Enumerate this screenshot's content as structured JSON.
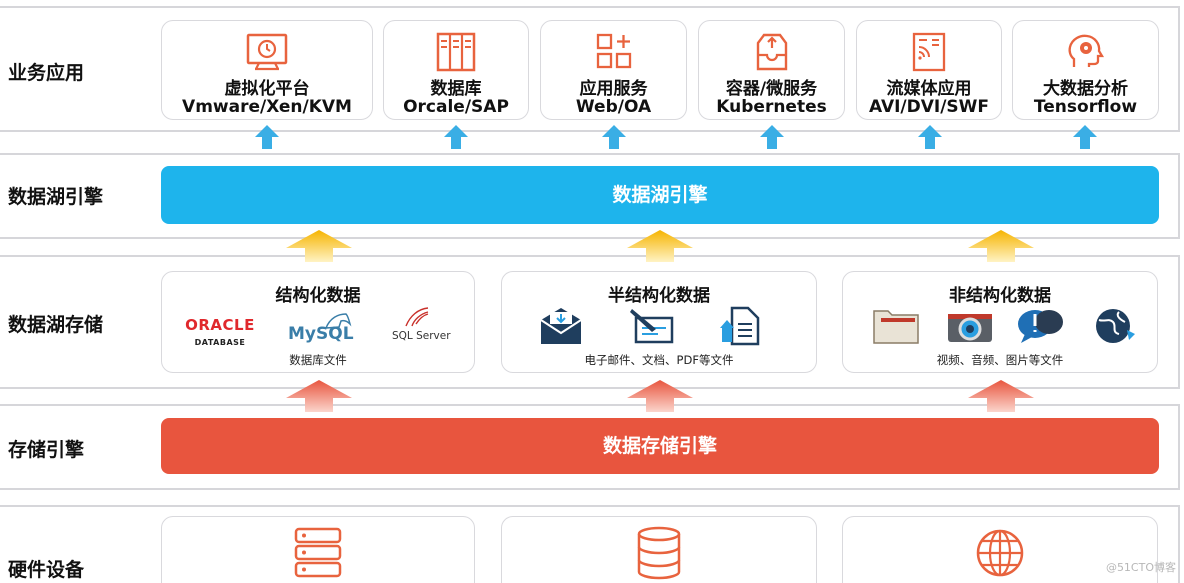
{
  "layers": {
    "apps": {
      "label": "业务应用"
    },
    "engine": {
      "label": "数据湖引擎",
      "bar_text": "数据湖引擎"
    },
    "lake_storage": {
      "label": "数据湖存储"
    },
    "storage_engine": {
      "label": "存储引擎",
      "bar_text": "数据存储引擎"
    },
    "hardware": {
      "label": "硬件设备"
    }
  },
  "apps": [
    {
      "title": "虚拟化平台",
      "subtitle": "Vmware/Xen/KVM",
      "icon": "clock-monitor-icon"
    },
    {
      "title": "数据库",
      "subtitle": "Orcale/SAP",
      "icon": "database-columns-icon"
    },
    {
      "title": "应用服务",
      "subtitle": "Web/OA",
      "icon": "app-grid-plus-icon"
    },
    {
      "title": "容器/微服务",
      "subtitle": "Kubernetes",
      "icon": "container-box-icon"
    },
    {
      "title": "流媒体应用",
      "subtitle": "AVI/DVI/SWF",
      "icon": "streaming-wifi-icon"
    },
    {
      "title": "大数据分析",
      "subtitle": "Tensorflow",
      "icon": "brain-head-icon"
    }
  ],
  "storage": [
    {
      "title": "结构化数据",
      "caption": "数据库文件",
      "logos": {
        "oracle": "ORACLE",
        "oracle_sub": "DATABASE",
        "mysql": "MySQL",
        "sqlserver": "SQL Server"
      }
    },
    {
      "title": "半结构化数据",
      "caption": "电子邮件、文档、PDF等文件",
      "icons": [
        "email-icon",
        "document-sign-icon",
        "file-upload-icon"
      ]
    },
    {
      "title": "非结构化数据",
      "caption": "视频、音频、图片等文件",
      "icons": [
        "folder-icon",
        "camera-icon",
        "chat-bubbles-icon",
        "globe-icon"
      ]
    }
  ],
  "hardware": {
    "icons": [
      "server-stack-icon",
      "database-cylinder-icon",
      "network-globe-icon"
    ]
  },
  "colors": {
    "accent_orange": "#e8633e",
    "lake_blue": "#1eb4ec",
    "storage_red": "#e8553e",
    "arrow_blue": "#3aaee5",
    "arrow_yellow": "#f6b400"
  },
  "watermark": "@51CTO博客"
}
